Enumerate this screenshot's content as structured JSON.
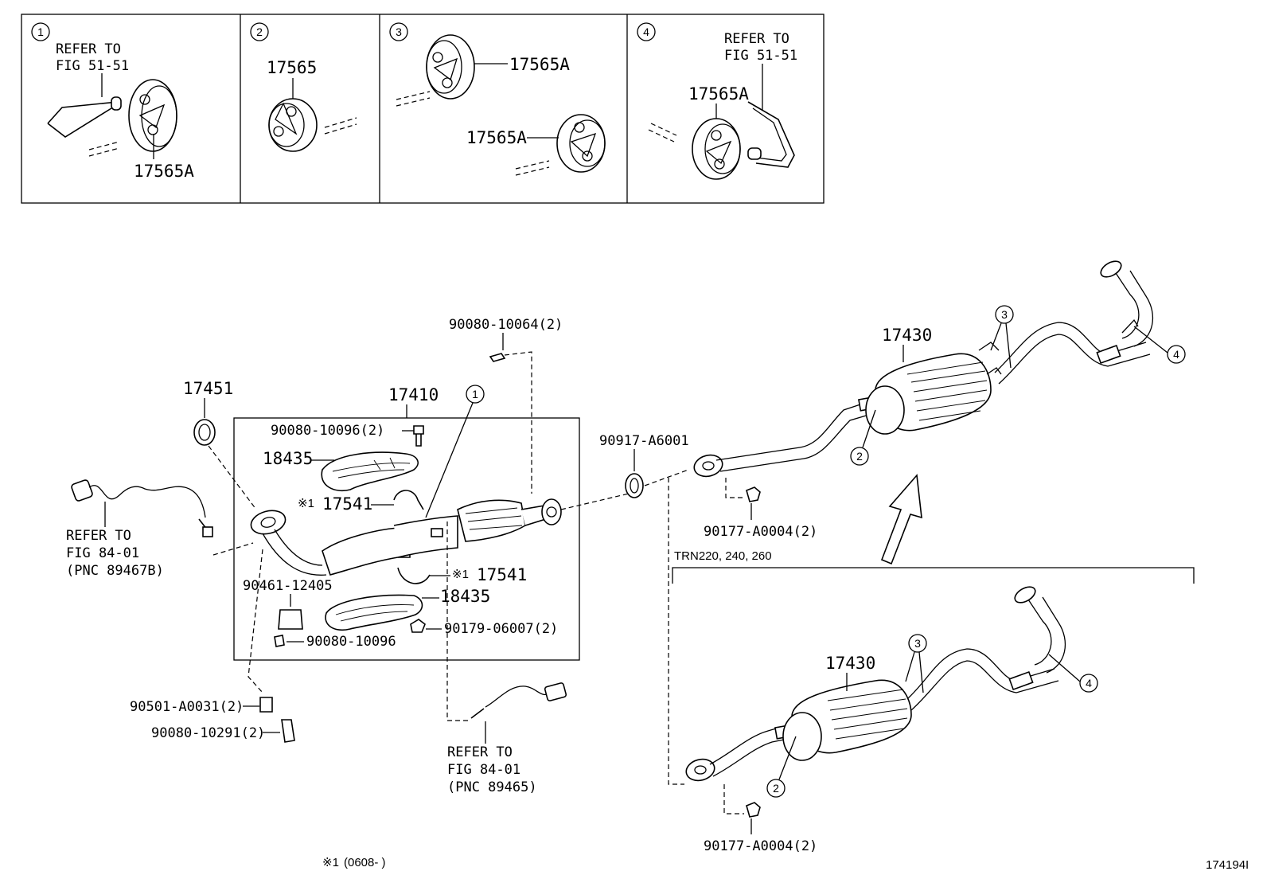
{
  "inset_panels": [
    {
      "num": "1",
      "refer": [
        "REFER TO",
        "FIG 51-51"
      ],
      "parts": [
        "17565A"
      ]
    },
    {
      "num": "2",
      "parts": [
        "17565"
      ]
    },
    {
      "num": "3",
      "parts": [
        "17565A",
        "17565A"
      ]
    },
    {
      "num": "4",
      "refer": [
        "REFER TO",
        "FIG 51-51"
      ],
      "parts": [
        "17565A"
      ]
    }
  ],
  "labels": {
    "p17451": "17451",
    "p17410": "17410",
    "p90080_10064": "90080-10064(2)",
    "p90080_10096_2": "90080-10096(2)",
    "p18435_top": "18435",
    "p17541_top": "17541",
    "p17541_bot": "17541",
    "asterisk_mark": "※1",
    "p90461": "90461-12405",
    "p18435_bot": "18435",
    "p90179": "90179-06007(2)",
    "p90080_10096": "90080-10096",
    "p90501": "90501-A0031(2)",
    "p90080_10291": "90080-10291(2)",
    "p90917": "90917-A6001",
    "p17430_top": "17430",
    "p90177_top": "90177-A0004(2)",
    "p17430_bot": "17430",
    "p90177_bot": "90177-A0004(2)",
    "variant": "TRN220, 240, 260",
    "footnote_mark": "※1",
    "footnote_text": "(0608-     )",
    "figure_id": "174194I"
  },
  "refer_left": [
    "REFER TO",
    "FIG 84-01",
    "(PNC 89467B)"
  ],
  "refer_bottom": [
    "REFER TO",
    "FIG 84-01",
    "(PNC 89465)"
  ],
  "callouts": {
    "c1": "1",
    "c2": "2",
    "c3": "3",
    "c4": "4"
  }
}
